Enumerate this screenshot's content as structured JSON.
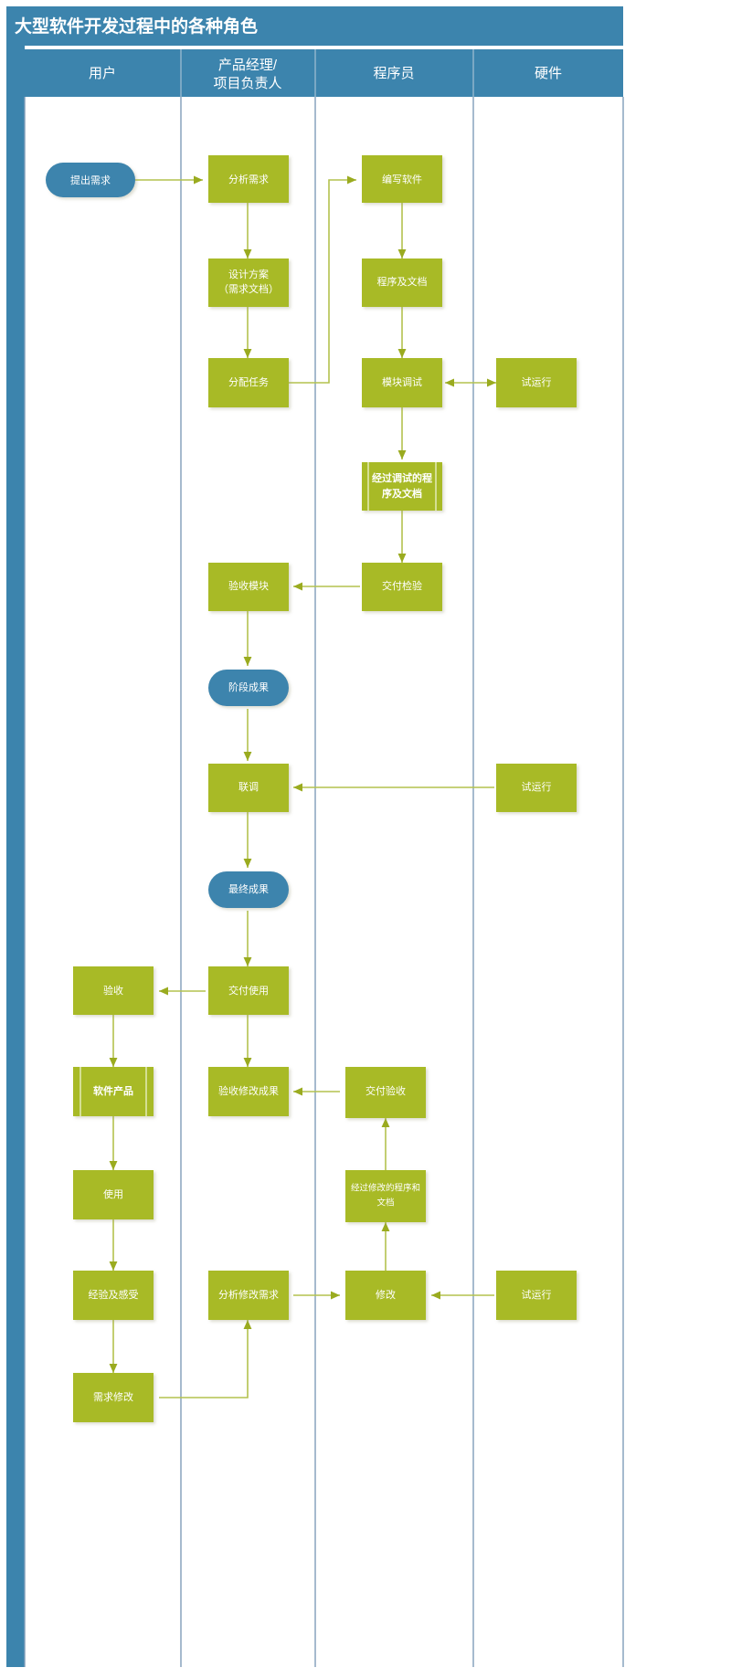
{
  "title": "大型软件开发过程中的各种角色",
  "colors": {
    "header_blue": "#3c84ad",
    "lane_border": "#7f9db9",
    "green": "#a8ba26",
    "green_edge": "#9aab1f",
    "blue_pill": "#3c84ad",
    "connector": "#b4c24e",
    "page_bg": "#ffffff"
  },
  "lanes": [
    {
      "id": "user",
      "label": "用户"
    },
    {
      "id": "pm",
      "label": "产品经理/\n项目负责人",
      "label_line1": "产品经理/",
      "label_line2": "项目负责人"
    },
    {
      "id": "dev",
      "label": "程序员"
    },
    {
      "id": "hw",
      "label": "硬件"
    }
  ],
  "nodes": [
    {
      "id": "n1",
      "lane": "user",
      "label": "提出需求",
      "shape": "pill"
    },
    {
      "id": "n2",
      "lane": "pm",
      "label": "分析需求",
      "shape": "rect"
    },
    {
      "id": "n3",
      "lane": "dev",
      "label": "编写软件",
      "shape": "rect"
    },
    {
      "id": "n4",
      "lane": "pm",
      "label": "设计方案\n（需求文档）",
      "label_line1": "设计方案",
      "label_line2": "（需求文档）",
      "shape": "rect"
    },
    {
      "id": "n5",
      "lane": "dev",
      "label": "程序及文档",
      "shape": "rect"
    },
    {
      "id": "n6",
      "lane": "pm",
      "label": "分配任务",
      "shape": "rect"
    },
    {
      "id": "n7",
      "lane": "dev",
      "label": "模块调试",
      "shape": "rect"
    },
    {
      "id": "n8",
      "lane": "hw",
      "label": "试运行",
      "shape": "rect"
    },
    {
      "id": "n9",
      "lane": "dev",
      "label": "经过调试的程\n序及文档",
      "label_line1": "经过调试的程",
      "label_line2": "序及文档",
      "shape": "doc"
    },
    {
      "id": "n10",
      "lane": "pm",
      "label": "验收模块",
      "shape": "rect"
    },
    {
      "id": "n11",
      "lane": "dev",
      "label": "交付检验",
      "shape": "rect"
    },
    {
      "id": "n12",
      "lane": "pm",
      "label": "阶段成果",
      "shape": "pill"
    },
    {
      "id": "n13",
      "lane": "pm",
      "label": "联调",
      "shape": "rect"
    },
    {
      "id": "n14",
      "lane": "hw",
      "label": "试运行",
      "shape": "rect"
    },
    {
      "id": "n15",
      "lane": "pm",
      "label": "最终成果",
      "shape": "pill"
    },
    {
      "id": "n16",
      "lane": "user",
      "label": "验收",
      "shape": "rect"
    },
    {
      "id": "n17",
      "lane": "pm",
      "label": "交付使用",
      "shape": "rect"
    },
    {
      "id": "n18",
      "lane": "user",
      "label": "软件产品",
      "shape": "doc"
    },
    {
      "id": "n19",
      "lane": "pm",
      "label": "验收修改成果",
      "shape": "rect"
    },
    {
      "id": "n20",
      "lane": "dev",
      "label": "交付验收",
      "shape": "rect"
    },
    {
      "id": "n21",
      "lane": "user",
      "label": "使用",
      "shape": "rect"
    },
    {
      "id": "n22",
      "lane": "dev",
      "label": "经过修改的程序和\n文档",
      "label_line1": "经过修改的程序和",
      "label_line2": "文档",
      "shape": "rect"
    },
    {
      "id": "n23",
      "lane": "user",
      "label": "经验及感受",
      "shape": "rect"
    },
    {
      "id": "n24",
      "lane": "pm",
      "label": "分析修改需求",
      "shape": "rect"
    },
    {
      "id": "n25",
      "lane": "dev",
      "label": "修改",
      "shape": "rect"
    },
    {
      "id": "n26",
      "lane": "hw",
      "label": "试运行",
      "shape": "rect"
    },
    {
      "id": "n27",
      "lane": "user",
      "label": "需求修改",
      "shape": "rect"
    }
  ],
  "edges": [
    {
      "from": "n1",
      "to": "n2",
      "kind": "right"
    },
    {
      "from": "n2",
      "to": "n4",
      "kind": "down"
    },
    {
      "from": "n4",
      "to": "n6",
      "kind": "down"
    },
    {
      "from": "n6",
      "to": "n3",
      "kind": "elbow-up-right"
    },
    {
      "from": "n3",
      "to": "n5",
      "kind": "down"
    },
    {
      "from": "n5",
      "to": "n7",
      "kind": "down"
    },
    {
      "from": "n7",
      "to": "n8",
      "kind": "double"
    },
    {
      "from": "n7",
      "to": "n9",
      "kind": "down"
    },
    {
      "from": "n9",
      "to": "n11",
      "kind": "down"
    },
    {
      "from": "n11",
      "to": "n10",
      "kind": "left"
    },
    {
      "from": "n10",
      "to": "n12",
      "kind": "down"
    },
    {
      "from": "n12",
      "to": "n13",
      "kind": "down"
    },
    {
      "from": "n14",
      "to": "n13",
      "kind": "left"
    },
    {
      "from": "n13",
      "to": "n15",
      "kind": "down"
    },
    {
      "from": "n15",
      "to": "n17",
      "kind": "down"
    },
    {
      "from": "n17",
      "to": "n16",
      "kind": "left"
    },
    {
      "from": "n16",
      "to": "n18",
      "kind": "down"
    },
    {
      "from": "n17",
      "to": "n19",
      "kind": "down"
    },
    {
      "from": "n20",
      "to": "n19",
      "kind": "left"
    },
    {
      "from": "n18",
      "to": "n21",
      "kind": "down"
    },
    {
      "from": "n21",
      "to": "n23",
      "kind": "down"
    },
    {
      "from": "n22",
      "to": "n20",
      "kind": "up"
    },
    {
      "from": "n25",
      "to": "n22",
      "kind": "up"
    },
    {
      "from": "n23",
      "to": "n27",
      "kind": "down"
    },
    {
      "from": "n24",
      "to": "n25",
      "kind": "right"
    },
    {
      "from": "n26",
      "to": "n25",
      "kind": "left"
    },
    {
      "from": "n27",
      "to": "n24",
      "kind": "elbow-up-right"
    }
  ]
}
